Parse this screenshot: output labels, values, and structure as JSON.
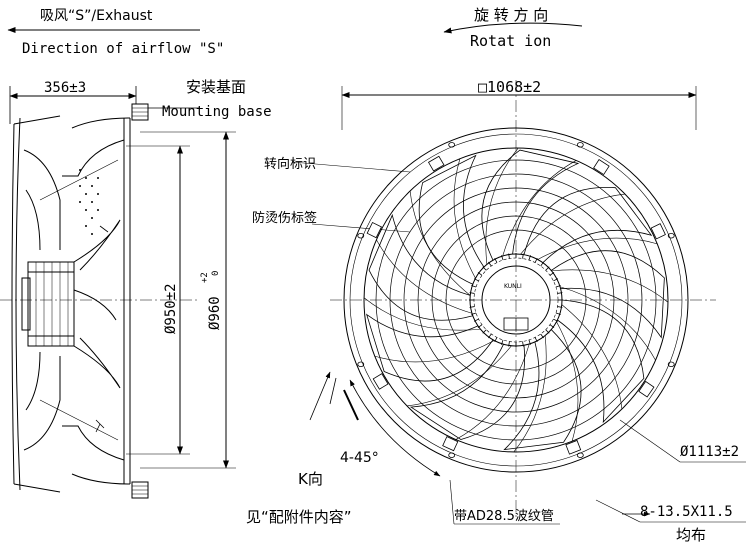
{
  "labels": {
    "exhaust_cn": "吸风“S”/Exhaust",
    "airflow_en": "Direction of airflow \"S\"",
    "rotation_cn": "旋 转 方 向",
    "rotation_en": "Rotat ion",
    "dim_depth": "356±3",
    "mounting_cn": "安装基面",
    "mounting_en": "Mounting base",
    "dim_square": "□1068±2",
    "rotation_mark_cn": "转向标识",
    "burn_label_cn": "防烫伤标签",
    "dim_950": "Ø950±2",
    "dim_960": "Ø960",
    "tol_960_upper": "+2",
    "tol_960_lower": "0",
    "angle": "4-45°",
    "k_view": "K向",
    "see_attachment": "见“配附件内容”",
    "conduit": "带AD28.5波纹管",
    "dim_1113": "Ø1113±2",
    "holes": "8-13.5X11.5",
    "evenly": "均布",
    "hub_logo": "KUNLI"
  },
  "drawing": {
    "line_color": "#000000",
    "blade_count": 9,
    "mounting_hole_count": 8
  }
}
